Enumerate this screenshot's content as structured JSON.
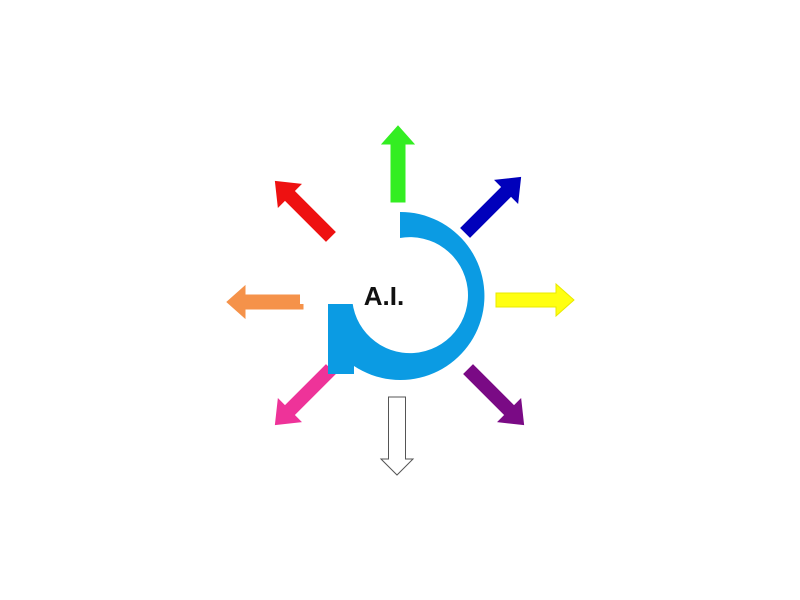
{
  "center": {
    "label": "A.I.",
    "ring_color": "#0b9be3",
    "label_color": "#111111"
  },
  "arrows": [
    {
      "name": "arrow-up-green",
      "direction": "up",
      "fill": "#33ee22",
      "stroke": "#33ee22"
    },
    {
      "name": "arrow-up-right-blue",
      "direction": "up-right",
      "fill": "#0000bb",
      "stroke": "#0000bb"
    },
    {
      "name": "arrow-right-yellow",
      "direction": "right",
      "fill": "#ffff11",
      "stroke": "#e8e800"
    },
    {
      "name": "arrow-down-right-purple",
      "direction": "down-right",
      "fill": "#7a0a85",
      "stroke": "#7a0a85"
    },
    {
      "name": "arrow-down-white",
      "direction": "down",
      "fill": "#ffffff",
      "stroke": "#555555"
    },
    {
      "name": "arrow-down-left-pink",
      "direction": "down-left",
      "fill": "#ee3399",
      "stroke": "#ee3399"
    },
    {
      "name": "arrow-left-orange",
      "direction": "left",
      "fill": "#f5924a",
      "stroke": "#f5924a"
    },
    {
      "name": "arrow-up-left-red",
      "direction": "up-left",
      "fill": "#ee1111",
      "stroke": "#ee1111"
    }
  ]
}
